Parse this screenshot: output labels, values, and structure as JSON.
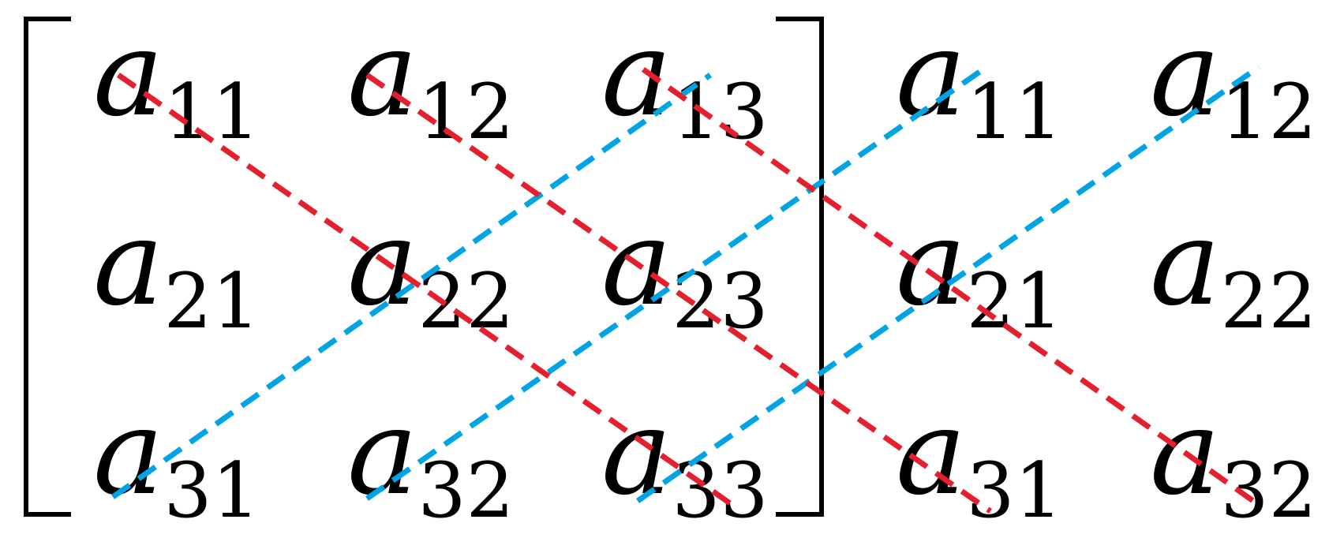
{
  "colors": {
    "main_diagonal": "#e5202e",
    "anti_diagonal": "#00a4e4",
    "text": "#000000"
  },
  "matrix": {
    "rows": [
      [
        {
          "base": "a",
          "sub": "11"
        },
        {
          "base": "a",
          "sub": "12"
        },
        {
          "base": "a",
          "sub": "13"
        }
      ],
      [
        {
          "base": "a",
          "sub": "21"
        },
        {
          "base": "a",
          "sub": "22"
        },
        {
          "base": "a",
          "sub": "23"
        }
      ],
      [
        {
          "base": "a",
          "sub": "31"
        },
        {
          "base": "a",
          "sub": "32"
        },
        {
          "base": "a",
          "sub": "33"
        }
      ]
    ]
  },
  "augmented_columns": {
    "rows": [
      [
        {
          "base": "a",
          "sub": "11"
        },
        {
          "base": "a",
          "sub": "12"
        }
      ],
      [
        {
          "base": "a",
          "sub": "21"
        },
        {
          "base": "a",
          "sub": "22"
        }
      ],
      [
        {
          "base": "a",
          "sub": "31"
        },
        {
          "base": "a",
          "sub": "32"
        }
      ]
    ]
  },
  "main_diagonals": [
    [
      "a11",
      "a22",
      "a33"
    ],
    [
      "a12",
      "a23",
      "a31"
    ],
    [
      "a13",
      "a21",
      "a32"
    ]
  ],
  "anti_diagonals": [
    [
      "a31",
      "a22",
      "a13"
    ],
    [
      "a32",
      "a23",
      "a11"
    ],
    [
      "a33",
      "a21",
      "a12"
    ]
  ]
}
